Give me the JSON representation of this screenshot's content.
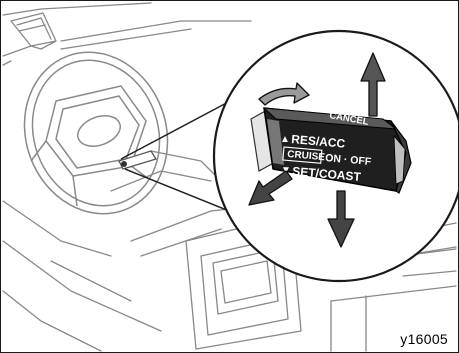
{
  "figure": {
    "figure_code": "y16005"
  },
  "lever": {
    "top_label": "CANCEL",
    "res_acc_label": "RES/ACC",
    "cruise_label": "CRUISE",
    "on_off_label": "ON · OFF",
    "set_coast_label": "SET/COAST"
  },
  "glyphs": {
    "up_triangle": "▲",
    "down_triangle": "▼"
  }
}
